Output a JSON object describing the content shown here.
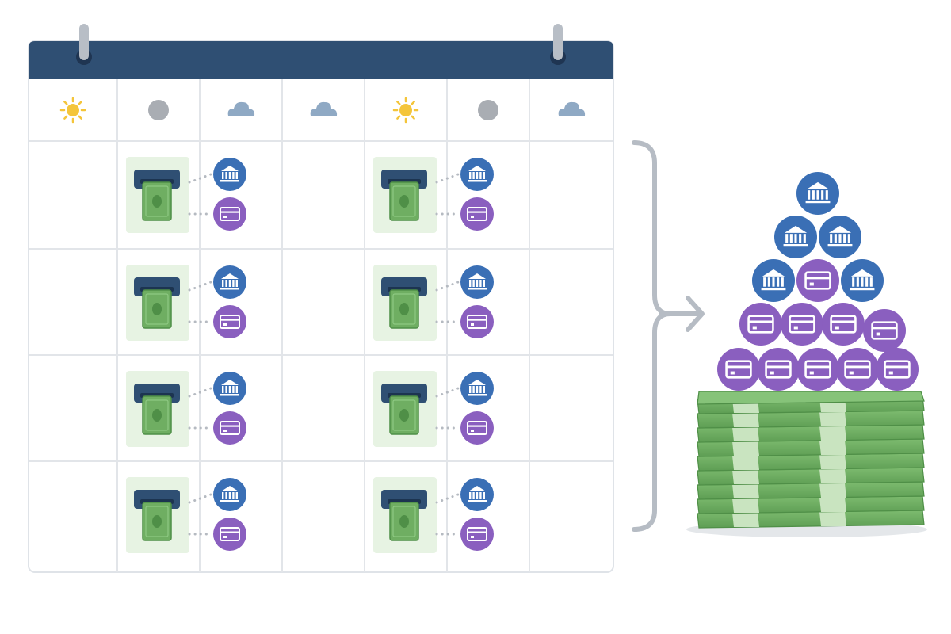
{
  "diagram": {
    "calendar": {
      "header_color": "#2f4f73",
      "weather_row": [
        "sun-icon",
        "moon-icon",
        "cloud-icon",
        "cloud-icon",
        "sun-icon",
        "moon-icon",
        "cloud-icon"
      ],
      "week_rows": [
        [
          "empty",
          "atm-withdrawal",
          "empty",
          "atm-withdrawal",
          "empty"
        ],
        [
          "empty",
          "atm-withdrawal",
          "empty",
          "atm-withdrawal",
          "empty"
        ],
        [
          "empty",
          "atm-withdrawal",
          "empty",
          "atm-withdrawal",
          "empty"
        ],
        [
          "empty",
          "atm-withdrawal",
          "empty",
          "atm-withdrawal",
          "empty"
        ]
      ],
      "withdrawal_sources": [
        "bank-icon",
        "card-icon"
      ]
    },
    "connector": {
      "shape": "bracket-with-arrow",
      "color": "#b6bcc4"
    },
    "result": {
      "coin_pyramid_rows": [
        [
          "bank-icon"
        ],
        [
          "bank-icon",
          "bank-icon"
        ],
        [
          "bank-icon",
          "card-icon",
          "bank-icon"
        ],
        [
          "card-icon",
          "card-icon",
          "card-icon",
          "card-icon"
        ],
        [
          "card-icon",
          "card-icon",
          "card-icon",
          "card-icon",
          "card-icon"
        ]
      ],
      "base": "cash-stack-icon"
    },
    "colors": {
      "bank": "#3a6fb5",
      "card": "#8a5fbf",
      "cash": "#6fae62",
      "cash_dark": "#4f8f47",
      "cell_highlight": "#e7f3e3",
      "sun": "#f4c53a",
      "moon": "#a9adb3",
      "cloud": "#8fa9c4",
      "grid": "#e2e5e9",
      "atm": "#2f4f73"
    }
  }
}
